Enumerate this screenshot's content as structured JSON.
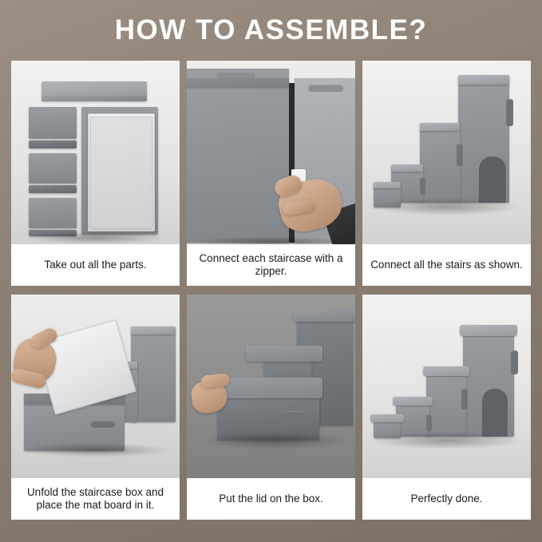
{
  "header": {
    "title": "HOW TO ASSEMBLE?"
  },
  "theme": {
    "background_color": "#8b7e72",
    "title_color": "#ffffff",
    "caption_background": "#ffffff",
    "caption_text_color": "#1b1b1b",
    "fabric_color": "#8d9196"
  },
  "steps": [
    {
      "index": "1",
      "caption": "Take out all the parts.",
      "scene": "flat-packed folded storage boxes and mat boards stacked on white background"
    },
    {
      "index": "2",
      "caption": "Connect each staircase with a zipper.",
      "scene": "hand zipping two grey fabric boxes together"
    },
    {
      "index": "3",
      "caption": "Connect all the stairs as shown.",
      "scene": "assembled grey staircase boxes standing in a row"
    },
    {
      "index": "4",
      "caption": "Unfold the staircase box and place the mat board in it.",
      "scene": "hand inserting a white mat board into an unfolded grey box"
    },
    {
      "index": "5",
      "caption": "Put the lid on the box.",
      "scene": "hand placing a grey padded lid onto the lower box"
    },
    {
      "index": "6",
      "caption": "Perfectly done.",
      "scene": "finished three-tier grey pet stairs"
    }
  ]
}
